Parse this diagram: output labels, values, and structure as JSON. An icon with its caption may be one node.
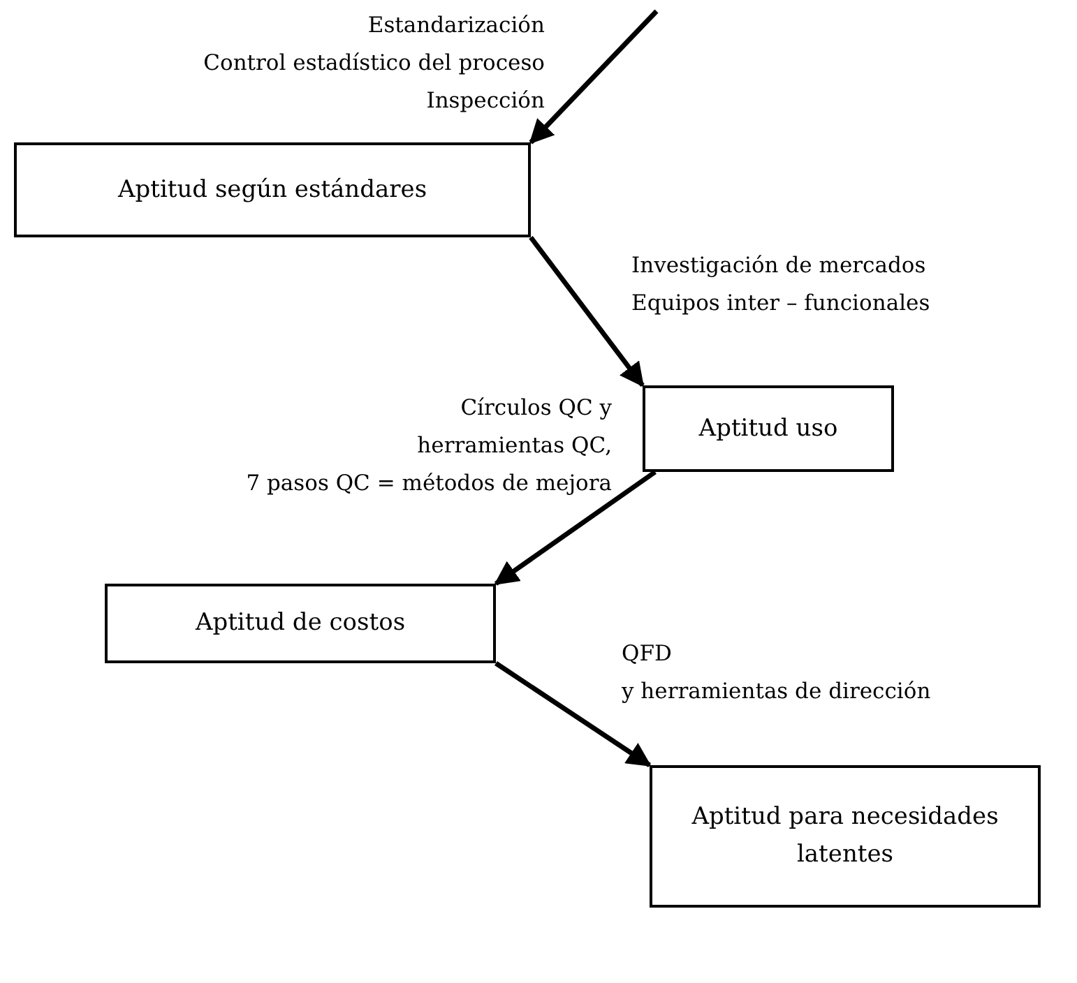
{
  "diagram": {
    "nodes": [
      {
        "text": [
          "Aptitud según estándares"
        ]
      },
      {
        "text": [
          "Aptitud uso"
        ]
      },
      {
        "text": [
          "Aptitud de costos"
        ]
      },
      {
        "text": [
          "Aptitud para necesidades latentes"
        ]
      }
    ],
    "edges": [
      {
        "from": null,
        "to": 0,
        "arrow": "to"
      },
      {
        "from": 0,
        "to": 1,
        "arrow": "to"
      },
      {
        "from": 1,
        "to": 2,
        "arrow": "to"
      },
      {
        "from": 2,
        "to": 3,
        "arrow": "to"
      }
    ],
    "labels": [
      "Estandarización",
      "Control estadístico del proceso",
      "Inspección",
      "Investigación de mercados",
      "Equipos inter – funcionales",
      "Círculos QC y",
      "herramientas QC,",
      "7 pasos QC = métodos de mejora",
      "QFD",
      "y herramientas de dirección"
    ]
  }
}
